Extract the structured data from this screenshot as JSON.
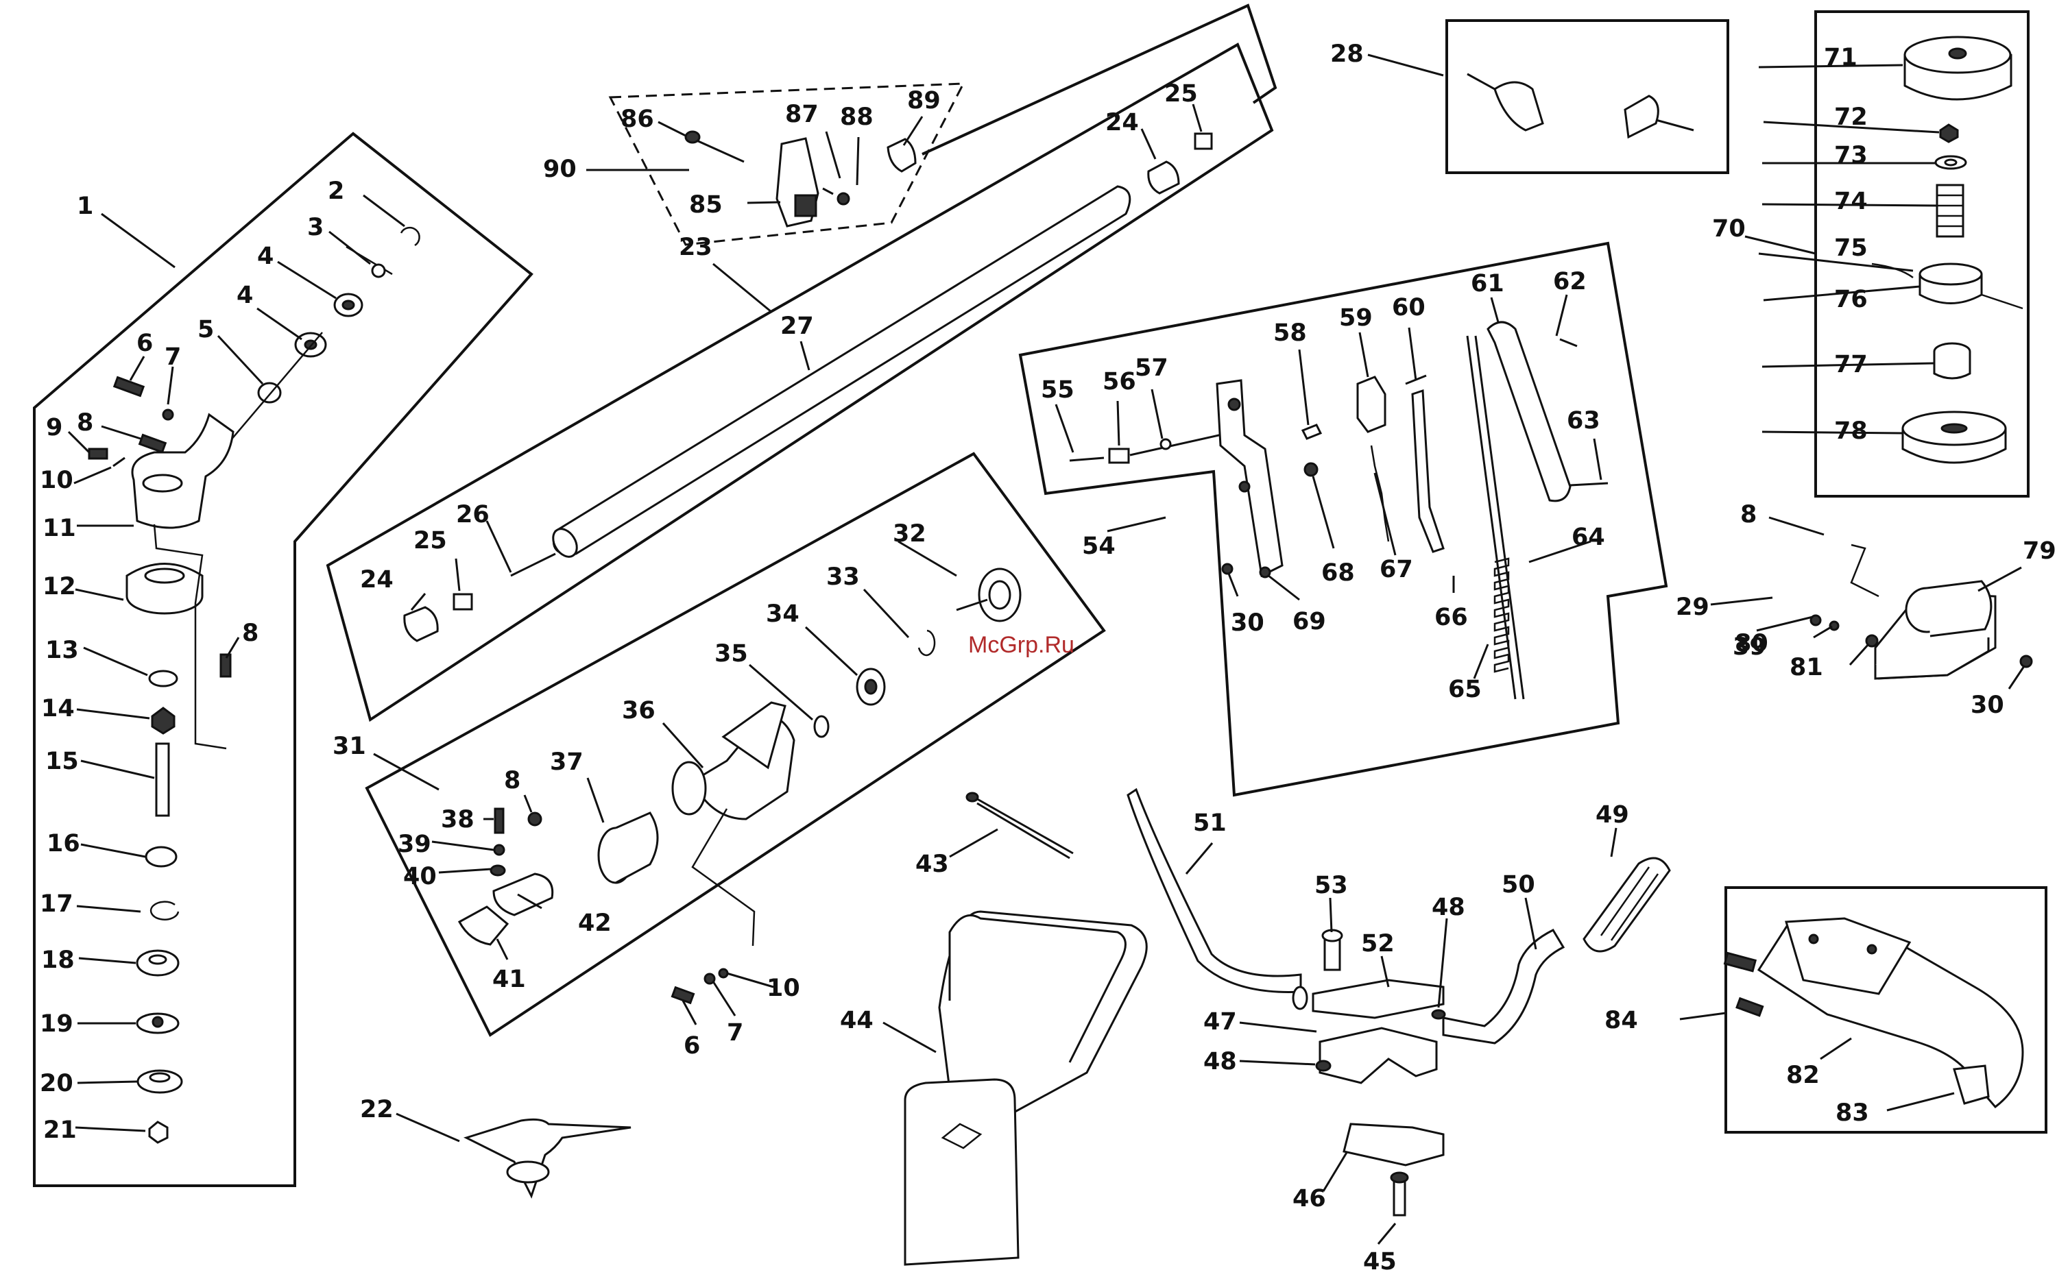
{
  "watermark": "McGrp.Ru",
  "part_numbers": [
    "1",
    "2",
    "3",
    "4",
    "4",
    "5",
    "6",
    "7",
    "8",
    "9",
    "10",
    "11",
    "12",
    "8",
    "13",
    "14",
    "15",
    "16",
    "17",
    "18",
    "19",
    "20",
    "21",
    "22",
    "23",
    "24",
    "25",
    "24",
    "25",
    "26",
    "27",
    "28",
    "29",
    "30",
    "30",
    "30",
    "31",
    "32",
    "33",
    "34",
    "35",
    "36",
    "37",
    "38",
    "39",
    "39",
    "40",
    "41",
    "42",
    "8",
    "8",
    "10",
    "6",
    "7",
    "43",
    "44",
    "45",
    "46",
    "47",
    "48",
    "48",
    "49",
    "50",
    "51",
    "52",
    "53",
    "54",
    "55",
    "56",
    "57",
    "58",
    "59",
    "60",
    "61",
    "62",
    "63",
    "64",
    "65",
    "66",
    "67",
    "68",
    "69",
    "70",
    "71",
    "72",
    "73",
    "74",
    "75",
    "76",
    "77",
    "78",
    "79",
    "80",
    "81",
    "82",
    "83",
    "84",
    "85",
    "86",
    "87",
    "88",
    "89",
    "90"
  ]
}
